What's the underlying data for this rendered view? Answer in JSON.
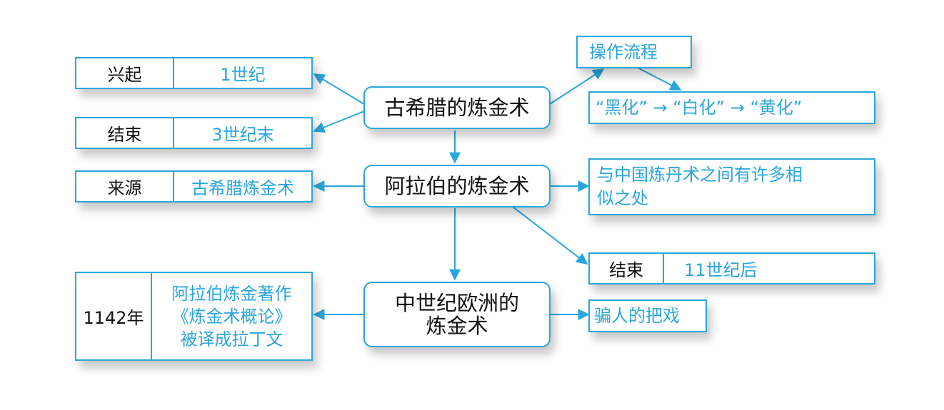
{
  "colors": {
    "accent": "#2aa6dc",
    "text": "#111111",
    "border": "#2aa6dc"
  },
  "center_nodes": {
    "greek": "古希腊的炼金术",
    "arab": "阿拉伯的炼金术",
    "europe": "中世纪欧洲的\n炼金术"
  },
  "greek_rise": {
    "key": "兴起",
    "value": "1世纪"
  },
  "greek_end": {
    "key": "结束",
    "value": "3世纪末"
  },
  "greek_process": {
    "label": "操作流程",
    "steps": "“黑化” → “白化” → “黄化”"
  },
  "arab_source": {
    "key": "来源",
    "value": "古希腊炼金术"
  },
  "arab_similarity": "与中国炼丹术之间有许多相\n似之处",
  "arab_end": {
    "key": "结束",
    "value": "11世纪后"
  },
  "europe_translation": {
    "key": "1142年",
    "value": "阿拉伯炼金著作\n《炼金术概论》\n被译成拉丁文"
  },
  "europe_trick": "骗人的把戏"
}
